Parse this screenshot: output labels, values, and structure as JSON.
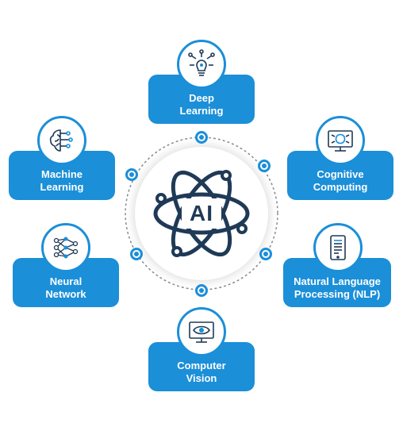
{
  "center": {
    "label": "AI"
  },
  "colors": {
    "accent": "#1b8fd8",
    "dark": "#1f3a57",
    "dotted_ring": "#8a8f96"
  },
  "nodes": [
    {
      "label": "Deep\nLearning",
      "icon": "lightbulb-network-icon"
    },
    {
      "label": "Cognitive\nComputing",
      "icon": "monitor-brain-icon"
    },
    {
      "label": "Natural Language\nProcessing (NLP)",
      "icon": "tablet-text-icon"
    },
    {
      "label": "Computer\nVision",
      "icon": "monitor-eye-icon"
    },
    {
      "label": "Neural\nNetwork",
      "icon": "neural-network-icon"
    },
    {
      "label": "Machine\nLearning",
      "icon": "brain-circuit-icon"
    }
  ]
}
